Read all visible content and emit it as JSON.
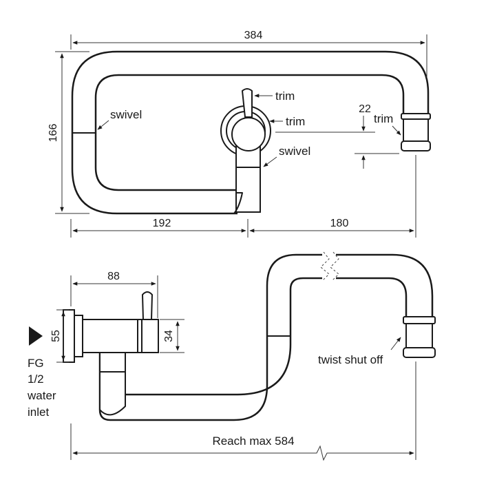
{
  "top_view": {
    "dim_width": "384",
    "dim_height": "166",
    "dim_left": "192",
    "dim_right": "180",
    "dim_spout_drop": "22",
    "label_swivel_left": "swivel",
    "label_swivel_body": "swivel",
    "label_trim_handle": "trim",
    "label_trim_escutcheon": "trim",
    "label_trim_spout": "trim"
  },
  "side_view": {
    "dim_depth": "88",
    "dim_flange": "55",
    "dim_body": "34",
    "inlet_lines": [
      "FG",
      "1/2",
      "water",
      "inlet"
    ],
    "label_twist": "twist shut off",
    "dim_reach": "Reach max 584"
  },
  "colors": {
    "line": "#1a1a1a",
    "background": "#ffffff"
  }
}
